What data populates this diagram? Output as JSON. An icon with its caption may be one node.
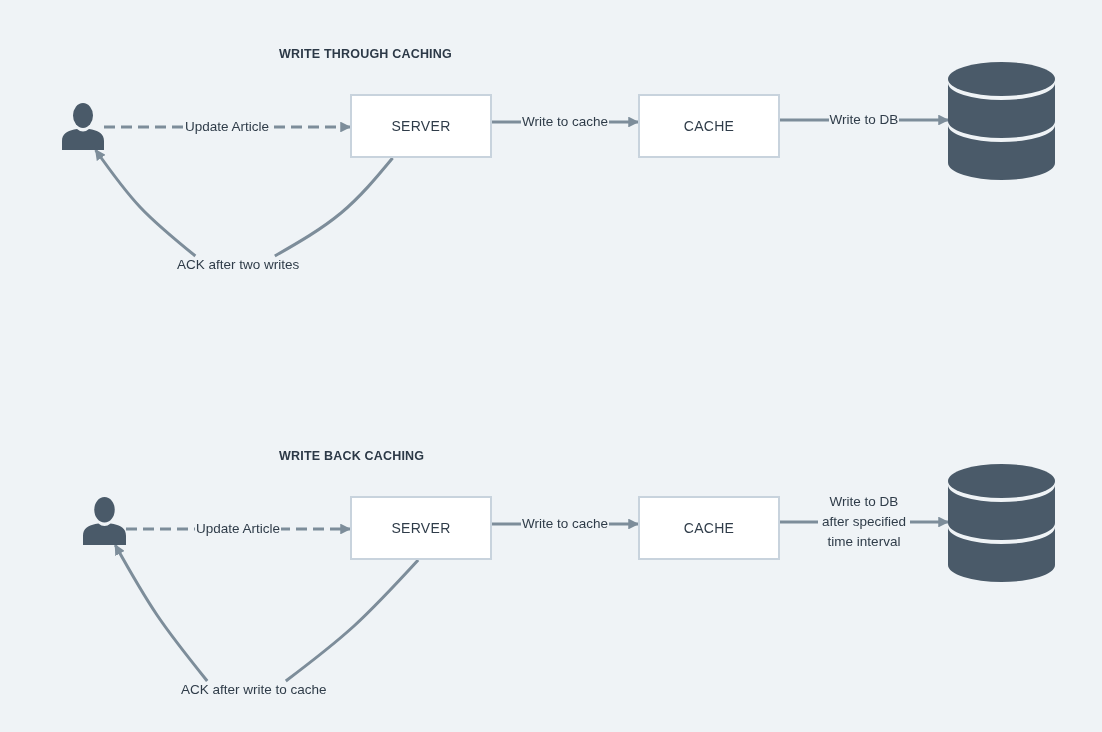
{
  "diagram": {
    "nodes": [
      {
        "text": [],
        "shape": "person"
      },
      {
        "text": [
          "SERVER"
        ]
      },
      {
        "text": [
          "CACHE"
        ]
      },
      {
        "text": [],
        "shape": "cylinder"
      },
      {
        "text": [
          "ACK after two writes"
        ]
      },
      {
        "text": [],
        "shape": "person"
      },
      {
        "text": [
          "SERVER"
        ]
      },
      {
        "text": [
          "CACHE"
        ]
      },
      {
        "text": [],
        "shape": "cylinder"
      },
      {
        "text": [
          "ACK after write to cache"
        ]
      }
    ],
    "edges": [
      {
        "from": 0,
        "to": 1,
        "arrow": "to",
        "label": "Update Article",
        "style": "dashed"
      },
      {
        "from": 1,
        "to": 2,
        "arrow": "to",
        "label": "Write to cache"
      },
      {
        "from": 2,
        "to": 3,
        "arrow": "to",
        "label": "Write to DB"
      },
      {
        "from": 1,
        "to": 4,
        "arrow": "none"
      },
      {
        "from": 4,
        "to": 0,
        "arrow": "to"
      },
      {
        "from": 5,
        "to": 6,
        "arrow": "to",
        "label": "Update Article",
        "style": "dashed"
      },
      {
        "from": 6,
        "to": 7,
        "arrow": "to",
        "label": "Write to cache"
      },
      {
        "from": 7,
        "to": 8,
        "arrow": "to",
        "label": "Write to DB after specified time interval"
      },
      {
        "from": 6,
        "to": 9,
        "arrow": "none"
      },
      {
        "from": 9,
        "to": 5,
        "arrow": "to"
      }
    ],
    "labels": [
      "WRITE THROUGH CACHING",
      "WRITE BACK CACHING"
    ]
  }
}
